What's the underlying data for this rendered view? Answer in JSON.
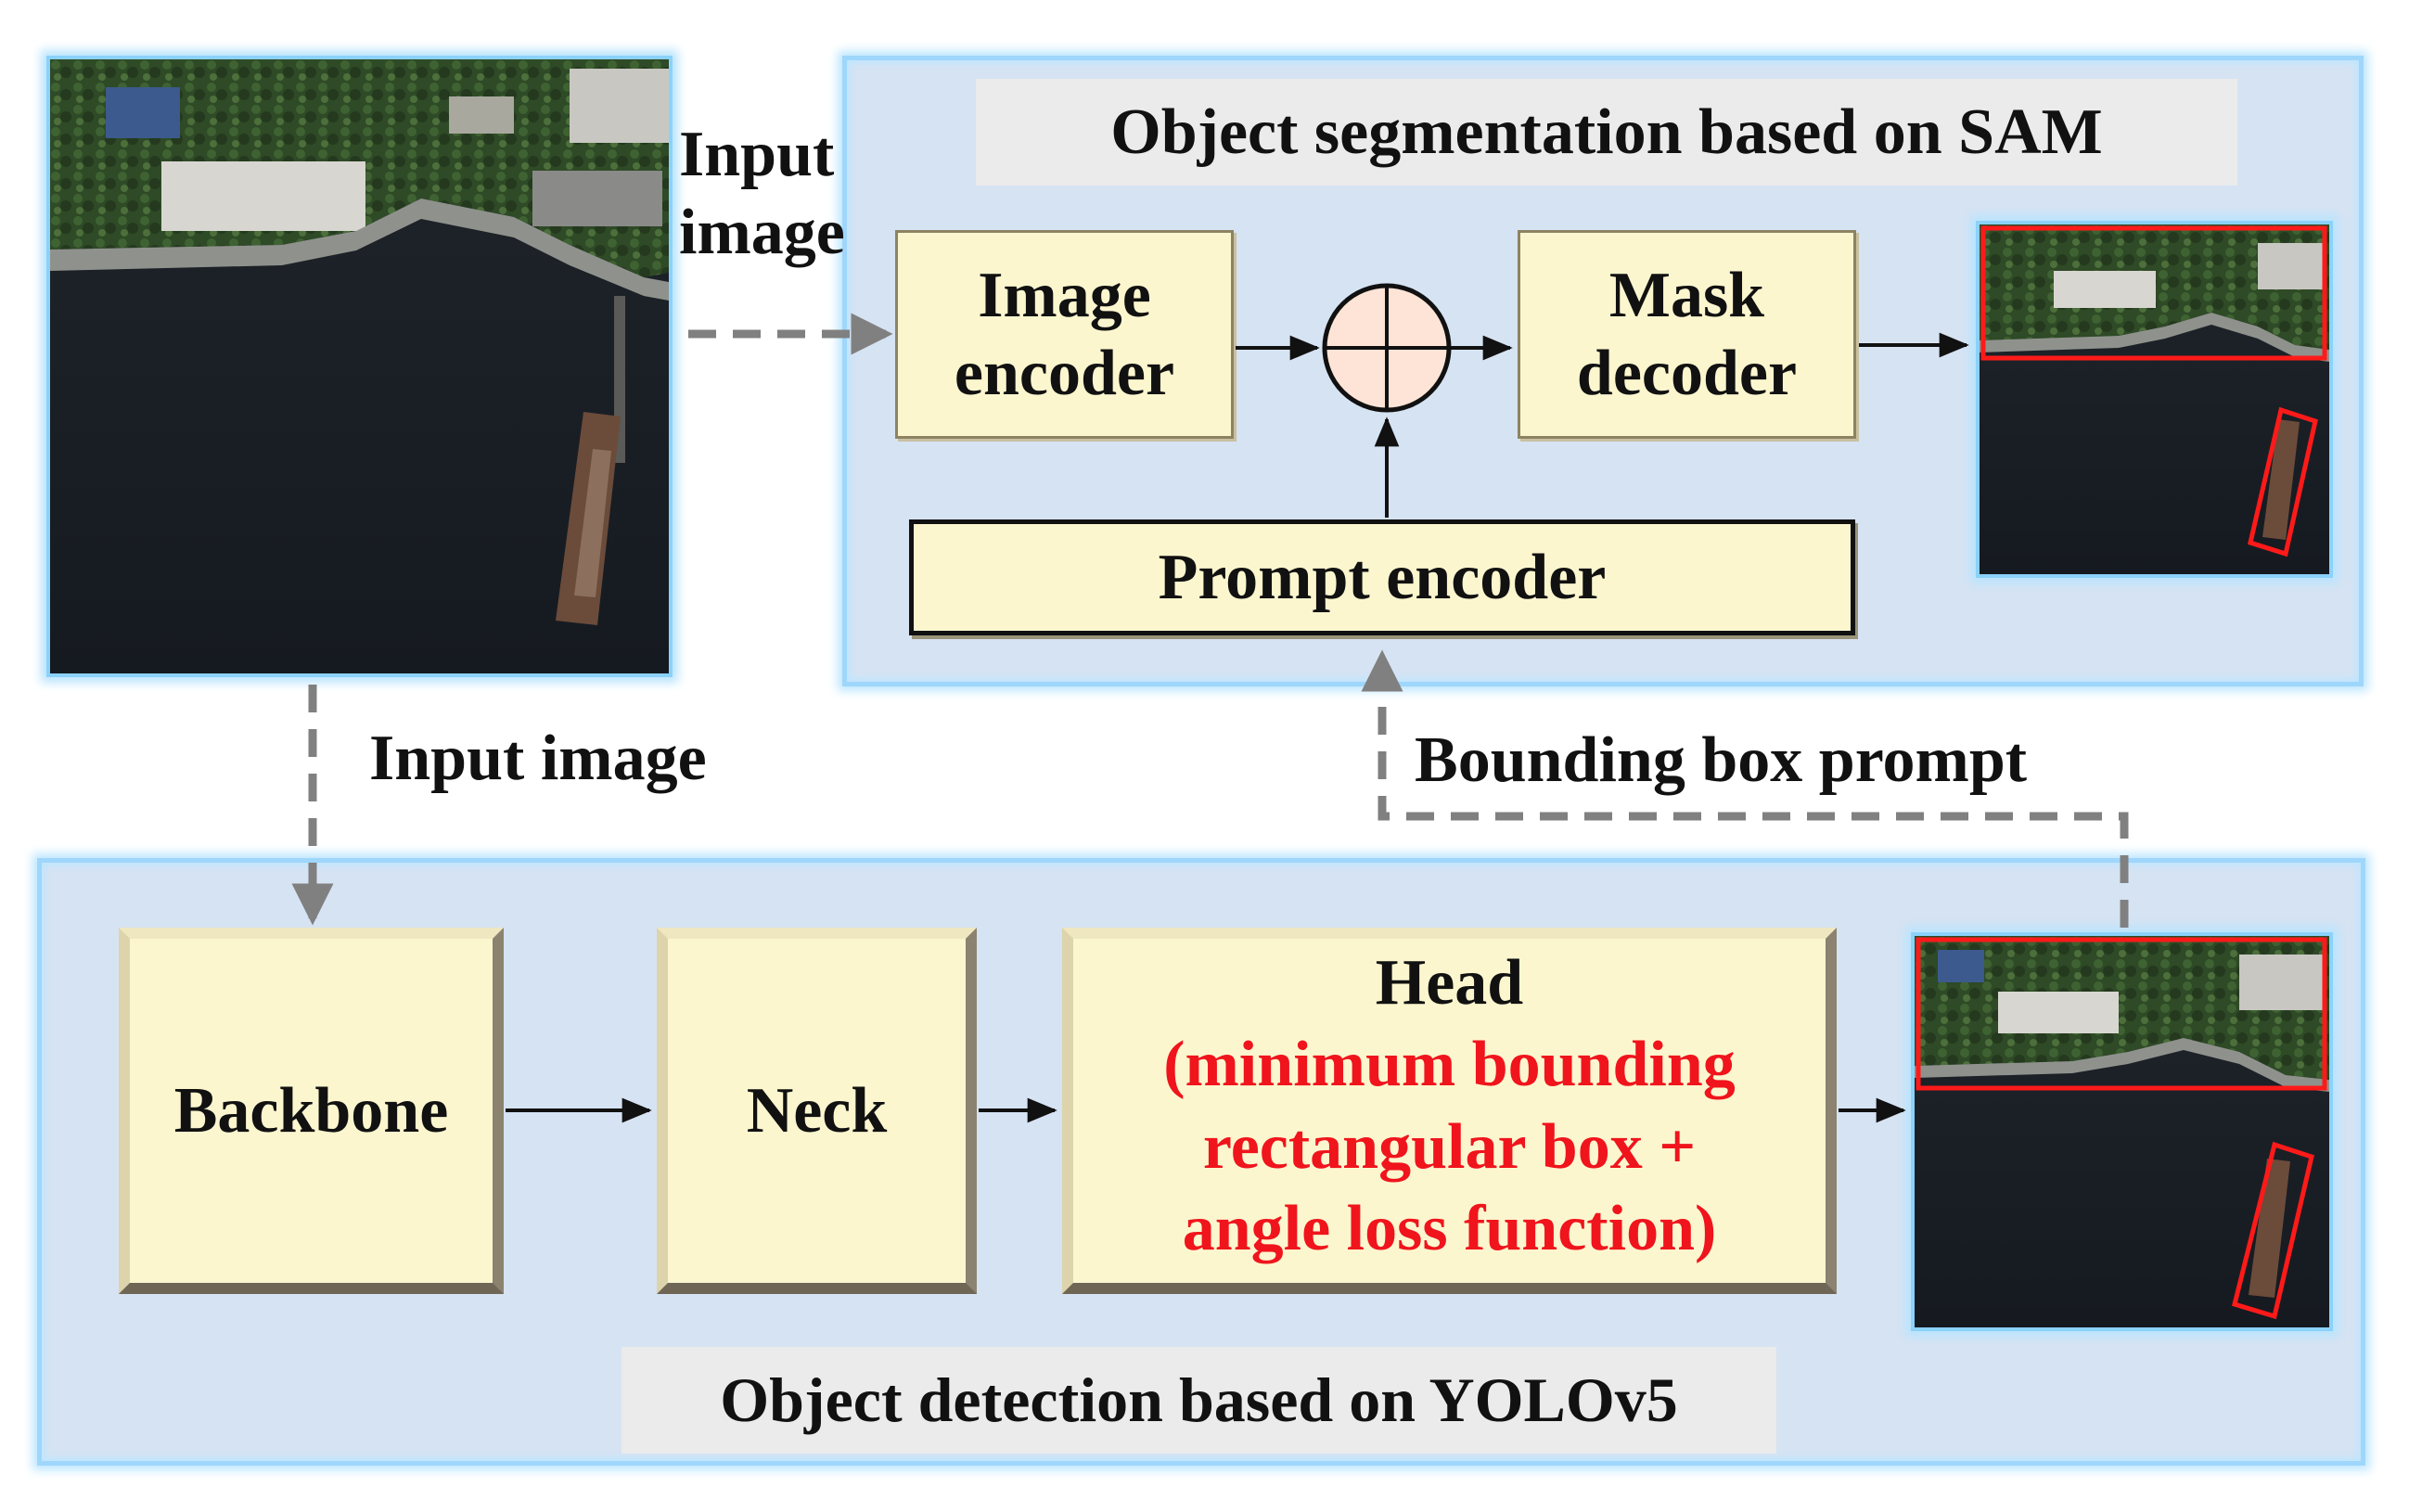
{
  "sam_panel": {
    "title": "Object segmentation based on SAM",
    "image_encoder": [
      "Image",
      "encoder"
    ],
    "mask_decoder": [
      "Mask",
      "decoder"
    ],
    "prompt_encoder": "Prompt encoder"
  },
  "yolo_panel": {
    "title": "Object detection based on YOLOv5",
    "backbone": "Backbone",
    "neck": "Neck",
    "head_title": "Head",
    "head_detail": [
      "(minimum bounding",
      "rectangular box +",
      "angle loss function)"
    ]
  },
  "arrow_labels": {
    "input_image_top": [
      "Input",
      "image"
    ],
    "input_image_left": "Input image",
    "bbox_prompt": "Bounding box prompt"
  },
  "colors": {
    "panel_bg": "#d6e3f3",
    "panel_glow": "#9fd6fb",
    "block_fill": "#fcf6cf",
    "highlight_red": "#f0141c",
    "sum_node_fill": "#fde4d6",
    "dashed_arrow": "#808080"
  }
}
